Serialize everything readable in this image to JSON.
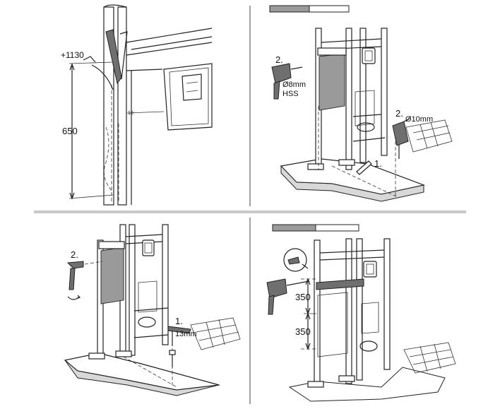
{
  "panels": {
    "top_left": {
      "height_mark": "+1130",
      "dimension": "650",
      "frame_mark": "10"
    },
    "top_right": {
      "step_drill_left": "2.",
      "drill_spec_line1": "Ø8mm",
      "drill_spec_line2": "HSS",
      "step_drill_right": "2.",
      "drill_spec_right": "Ø10mm",
      "step_marker": "1.",
      "progress": 0.5
    },
    "bottom_left": {
      "step_wrench": "2.",
      "step_bolt": "1.",
      "bolt_size": "13mm"
    },
    "bottom_right": {
      "dim_upper": "350",
      "dim_lower": "350",
      "progress": 0.5
    }
  },
  "colors": {
    "line": "#222222",
    "panel_gray": "#9a9a9a",
    "divider": "#c8c8c8"
  }
}
